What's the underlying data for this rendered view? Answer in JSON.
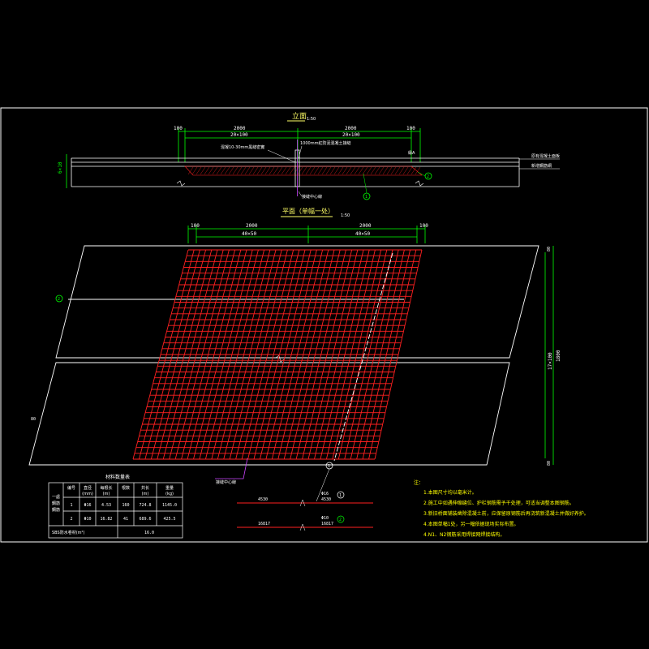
{
  "colors": {
    "background": "#000000",
    "lines": "#ffffff",
    "rebar": "#ff2020",
    "dimension": "#00ff00",
    "title": "#ffff66",
    "leader": "#cc44ff",
    "annotation": "#ffff00",
    "label": "#ffffff"
  },
  "elevation": {
    "title": "立面",
    "scale": "1:50",
    "dims_top": [
      "100",
      "2000",
      "2000",
      "100"
    ],
    "dims_sub": [
      "20×100",
      "20×100"
    ],
    "height_dim": "6×10",
    "note_joint": "混凝10-30mm黑縫密實",
    "note_center": "1000mm紅防泥混凝土接縫",
    "note_right": "緣A",
    "note_bottom": "接縫中心線",
    "legend_top": "原有混凝土面板",
    "legend_bottom": "新增鋼筋網",
    "callout_2": "2",
    "callout_1": "1"
  },
  "plan": {
    "title": "平面（单幅一处）",
    "scale": "1:50",
    "dims_top": [
      "100",
      "2000",
      "2000",
      "100"
    ],
    "dims_sub": [
      "40×50",
      "40×50"
    ],
    "dims_right": [
      "80",
      "17×100",
      "1800",
      "80"
    ],
    "dim_left": "80",
    "callout_2": "2",
    "callout_1": "1",
    "note_leader": "接縫中心線"
  },
  "rebar_details": [
    {
      "size": "Φ16",
      "length": "4530",
      "total": "4530",
      "num": "1"
    },
    {
      "size": "Φ10",
      "length": "16817",
      "total": "16817",
      "num": "2"
    }
  ],
  "material_table": {
    "title": "材料数量表",
    "headers": [
      "",
      "编号",
      "直径\n(mm)",
      "每根长\n(m)",
      "根数",
      "共长\n(m)",
      "重量\n(kg)"
    ],
    "group_label": "一處\n鋼筋\n鋼筋",
    "rows": [
      [
        "1",
        "Φ16",
        "4.53",
        "160",
        "724.8",
        "1145.0"
      ],
      [
        "2",
        "Φ10",
        "16.82",
        "41",
        "689.6",
        "425.5"
      ]
    ],
    "footer_label": "SBS防水卷材(m²)",
    "footer_value": "16.0"
  },
  "notes": {
    "title": "注：",
    "items": [
      "1.本图尺寸均以毫米计。",
      "2.施工中如遇伸缩缝位、护栏钢筋需予干处理，可适当调整本图钢筋。",
      "3.新旧桥面铺装凿除混凝土前，应保留原钢筋后再浇筑新混凝土并做好养护。",
      "4.本图单幅1处，另一幅依据现场实际布置。",
      "4.N1、N2钢筋采用焊接网焊接结构。"
    ]
  }
}
